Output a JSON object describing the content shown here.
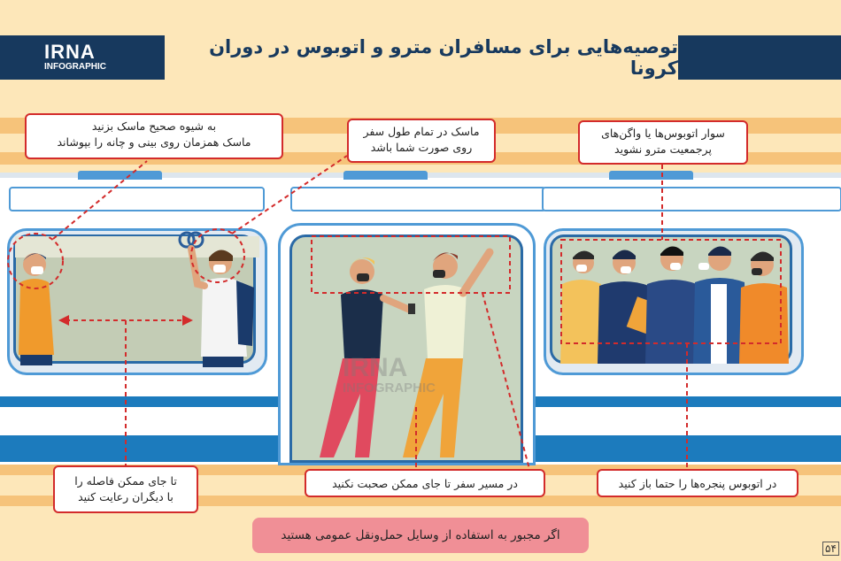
{
  "header": {
    "logo_top": "IRNA",
    "logo_bottom": "INFOGRAPHIC",
    "title": "توصیه‌هایی برای مسافران مترو و اتوبوس در دوران کرونا"
  },
  "callouts": {
    "mask_properly": [
      "به شیوه صحیح ماسک بزنید",
      "ماسک همزمان روی بینی و چانه را بپوشاند"
    ],
    "mask_whole_trip": [
      "ماسک در تمام طول سفر",
      "روی صورت شما باشد"
    ],
    "avoid_crowded": [
      "سوار اتوبوس‌ها یا واگن‌های",
      "پرجمعیت مترو نشوید"
    ],
    "keep_distance": [
      "تا جای ممکن فاصله را",
      "با دیگران رعایت کنید"
    ],
    "dont_talk": "در مسیر سفر تا جای ممکن صحبت نکنید",
    "open_windows": "در اتوبوس پنجره‌ها را حتما باز کنید"
  },
  "footer_note": "اگر مجبور به استفاده از وسایل حمل‌ونقل عمومی هستید",
  "page_number": "۵۴",
  "watermark": {
    "top": "IRNA",
    "bottom": "INFOGRAPHIC"
  },
  "colors": {
    "navy": "#17395e",
    "accent_red": "#d32b2b",
    "train_blue": "#1c7bbd",
    "background": "#fde7b9",
    "note_pink": "#f08f96"
  }
}
